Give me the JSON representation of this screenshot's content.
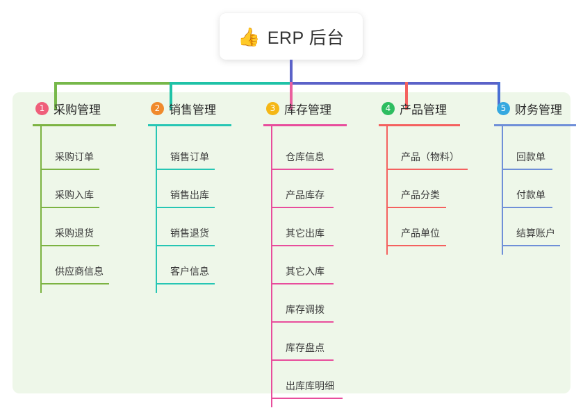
{
  "root": {
    "icon": "thumbs-up-icon",
    "icon_glyph": "👍",
    "title": "ERP 后台"
  },
  "panel": {
    "background": "#eef7e9"
  },
  "connectors": {
    "trunk_color": "#5b62c8",
    "bus_left_color": "#77b84a",
    "bus_mid_color": "#1fc2a7",
    "bus_right_color": "#5b62c8",
    "drop_colors": [
      "#77b84a",
      "#1fc2a7",
      "#ea5f9e",
      "#f4615f",
      "#4a6fd4"
    ]
  },
  "branches": [
    {
      "number": "1",
      "badge_color": "#ef5f7a",
      "line_color": "#7cb342",
      "title": "采购管理",
      "rule_width": 120,
      "items": [
        {
          "label": "采购订单",
          "rule_width": 85
        },
        {
          "label": "采购入库",
          "rule_width": 85
        },
        {
          "label": "采购退货",
          "rule_width": 85
        },
        {
          "label": "供应商信息",
          "rule_width": 99
        }
      ]
    },
    {
      "number": "2",
      "badge_color": "#f08a2c",
      "line_color": "#26c6b4",
      "title": "销售管理",
      "rule_width": 120,
      "items": [
        {
          "label": "销售订单",
          "rule_width": 85
        },
        {
          "label": "销售出库",
          "rule_width": 85
        },
        {
          "label": "销售退货",
          "rule_width": 85
        },
        {
          "label": "客户信息",
          "rule_width": 85
        }
      ]
    },
    {
      "number": "3",
      "badge_color": "#f5b716",
      "line_color": "#e84d9c",
      "title": "库存管理",
      "rule_width": 120,
      "items": [
        {
          "label": "仓库信息",
          "rule_width": 90
        },
        {
          "label": "产品库存",
          "rule_width": 90
        },
        {
          "label": "其它出库",
          "rule_width": 90
        },
        {
          "label": "其它入库",
          "rule_width": 90
        },
        {
          "label": "库存调拨",
          "rule_width": 90
        },
        {
          "label": "库存盘点",
          "rule_width": 90
        },
        {
          "label": "出库库明细",
          "rule_width": 103
        }
      ]
    },
    {
      "number": "4",
      "badge_color": "#2dbd60",
      "line_color": "#f4615f",
      "title": "产品管理",
      "rule_width": 117,
      "items": [
        {
          "label": "产品（物料）",
          "rule_width": 117
        },
        {
          "label": "产品分类",
          "rule_width": 86
        },
        {
          "label": "产品单位",
          "rule_width": 86
        }
      ]
    },
    {
      "number": "5",
      "badge_color": "#35a8e0",
      "line_color": "#6f8fd8",
      "title": "财务管理",
      "rule_width": 118,
      "items": [
        {
          "label": "回款单",
          "rule_width": 73
        },
        {
          "label": "付款单",
          "rule_width": 73
        },
        {
          "label": "结算账户",
          "rule_width": 84
        }
      ]
    }
  ]
}
